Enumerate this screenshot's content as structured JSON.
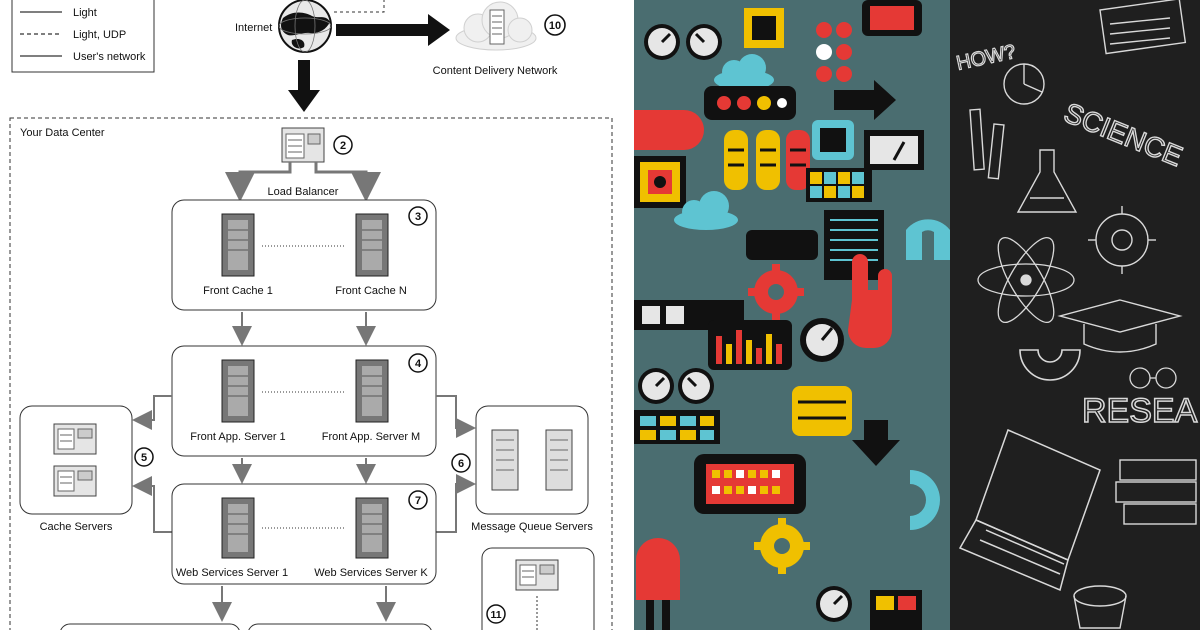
{
  "legend": {
    "items": [
      {
        "label": "Light"
      },
      {
        "label": "Light, UDP"
      },
      {
        "label": "User's network"
      }
    ]
  },
  "top": {
    "internet_label": "Internet",
    "cdn_label": "Content Delivery Network",
    "cdn_number": "10"
  },
  "datacenter": {
    "title": "Your Data Center",
    "load_balancer": {
      "label": "Load Balancer",
      "number": "2"
    },
    "front_cache": {
      "number": "3",
      "left_label": "Front Cache 1",
      "right_label": "Front Cache N"
    },
    "front_app": {
      "number": "4",
      "left_label": "Front App. Server 1",
      "right_label": "Front App. Server M"
    },
    "cache_servers": {
      "number": "5",
      "label": "Cache Servers"
    },
    "message_queue": {
      "number": "6",
      "label": "Message Queue Servers"
    },
    "web_services": {
      "number": "7",
      "left_label": "Web Services Server 1",
      "right_label": "Web Services Server K"
    },
    "item_11": {
      "number": "11"
    }
  },
  "colors": {
    "diagram_line": "#333333",
    "arrow_gray": "#777777",
    "blue_tile_bg": "#4a6d70",
    "dark_tile_bg": "#1f1f1f",
    "dark_tile_text": "#d9d9d9"
  },
  "tiles": {
    "blue_tile": {
      "label": ""
    },
    "dark_tile": {
      "label_1": "SCIENCE",
      "label_2": "RESEA",
      "label_3": "HOW?"
    }
  }
}
